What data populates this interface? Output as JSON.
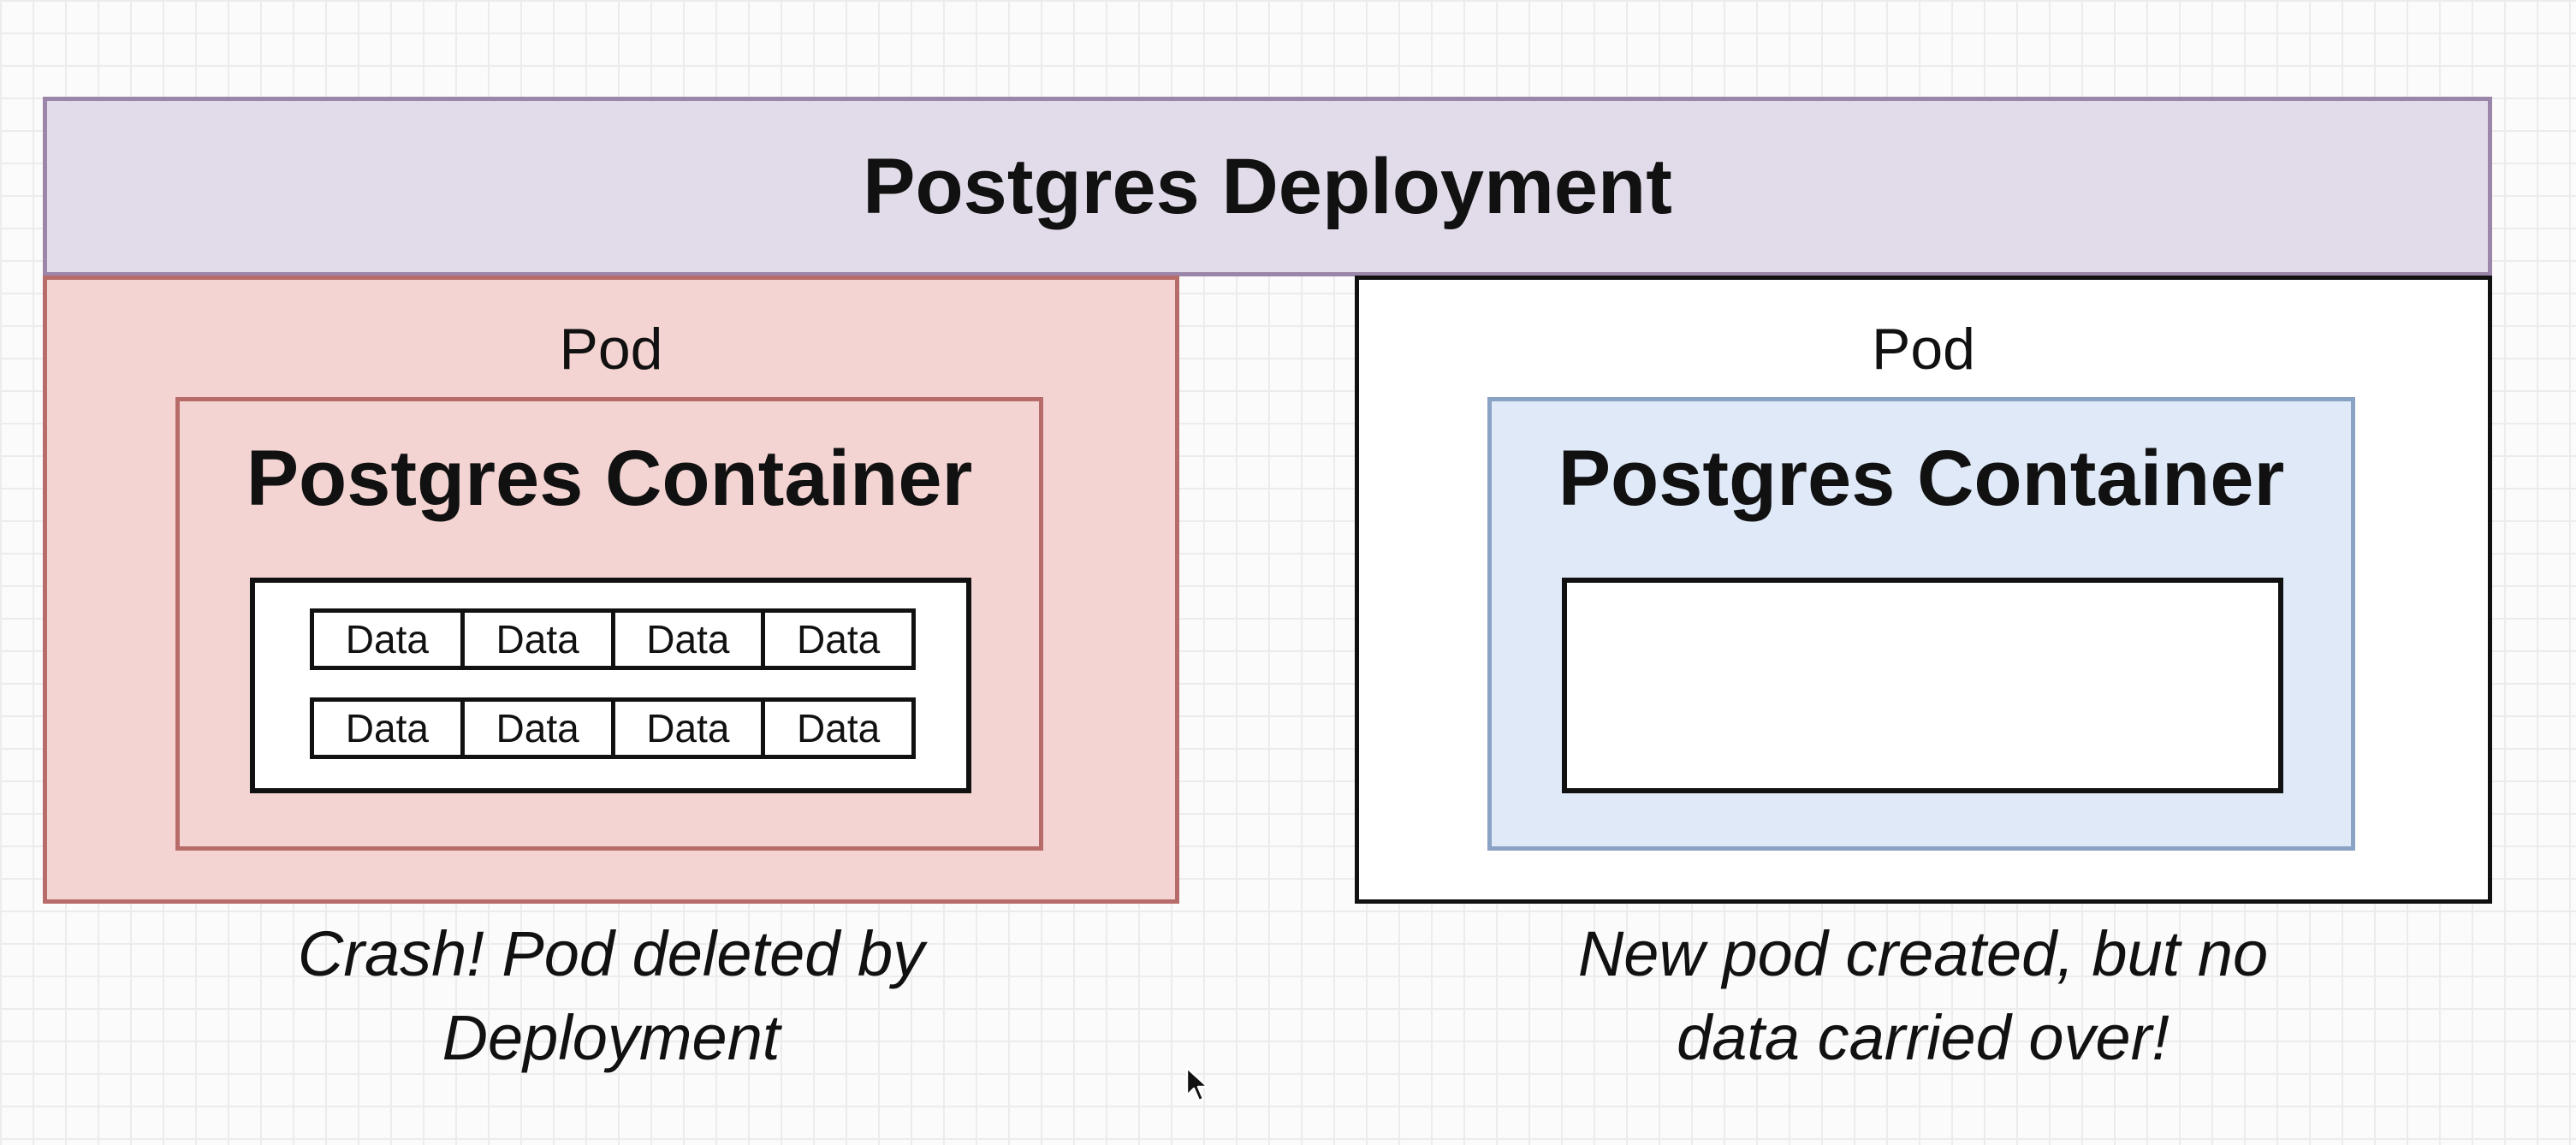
{
  "deployment": {
    "title": "Postgres Deployment"
  },
  "pods": [
    {
      "label": "Pod",
      "container_title": "Postgres Container",
      "data_rows": [
        [
          "Data",
          "Data",
          "Data",
          "Data"
        ],
        [
          "Data",
          "Data",
          "Data",
          "Data"
        ]
      ],
      "caption_line1": "Crash! Pod deleted by",
      "caption_line2": "Deployment",
      "fill": "#f3d4d2",
      "stroke": "#b86c6a"
    },
    {
      "label": "Pod",
      "container_title": "Postgres Container",
      "caption_line1": "New pod created, but no",
      "caption_line2": "data carried over!",
      "fill": "#ffffff",
      "container_fill": "#dfe9f8",
      "container_stroke": "#8aa2c4"
    }
  ],
  "icons": {
    "cursor": "mouse-pointer-icon"
  }
}
